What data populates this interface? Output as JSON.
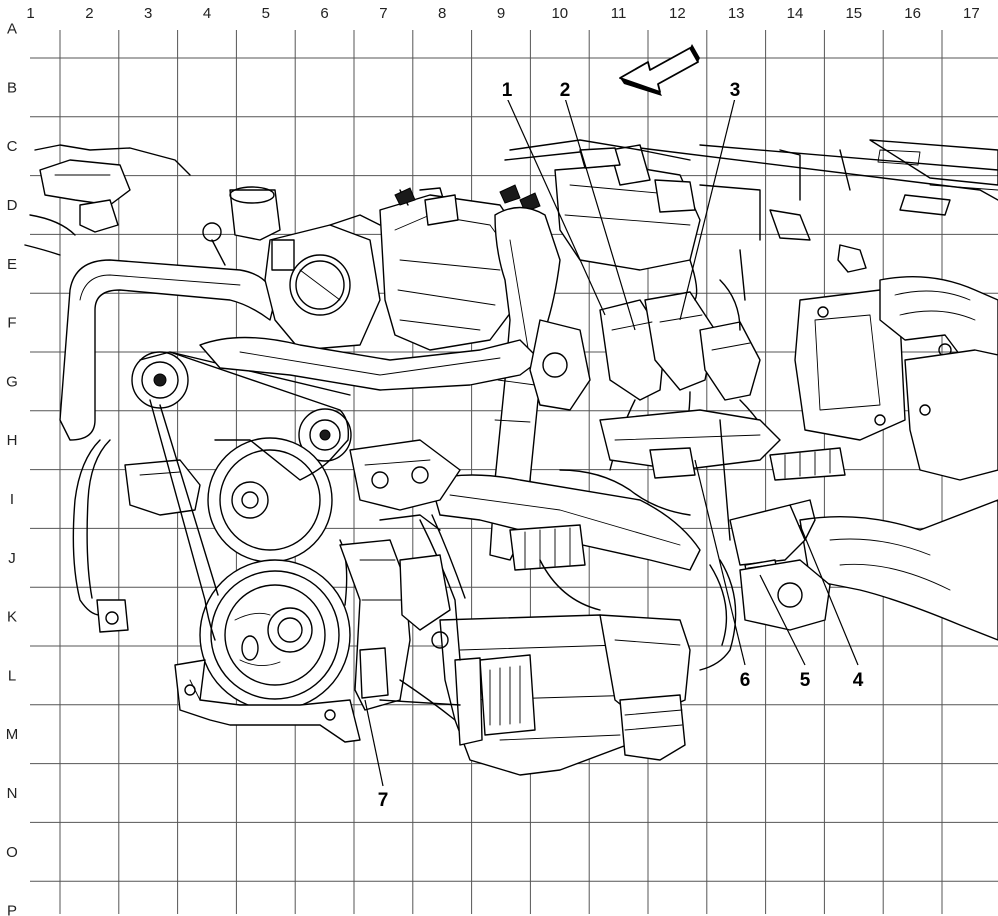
{
  "grid": {
    "columns": [
      "1",
      "2",
      "3",
      "4",
      "5",
      "6",
      "7",
      "8",
      "9",
      "10",
      "11",
      "12",
      "13",
      "14",
      "15",
      "16",
      "17"
    ],
    "rows": [
      "A",
      "B",
      "C",
      "D",
      "E",
      "F",
      "G",
      "H",
      "I",
      "J",
      "K",
      "L",
      "M",
      "N",
      "O",
      "P"
    ]
  },
  "callouts": [
    {
      "label": "1"
    },
    {
      "label": "2"
    },
    {
      "label": "3"
    },
    {
      "label": "4"
    },
    {
      "label": "5"
    },
    {
      "label": "6"
    },
    {
      "label": "7"
    }
  ],
  "icons": {
    "direction_arrow": "front-direction-arrow-icon"
  },
  "colors": {
    "line": "#000000",
    "grid": "#555555",
    "background": "#ffffff"
  }
}
